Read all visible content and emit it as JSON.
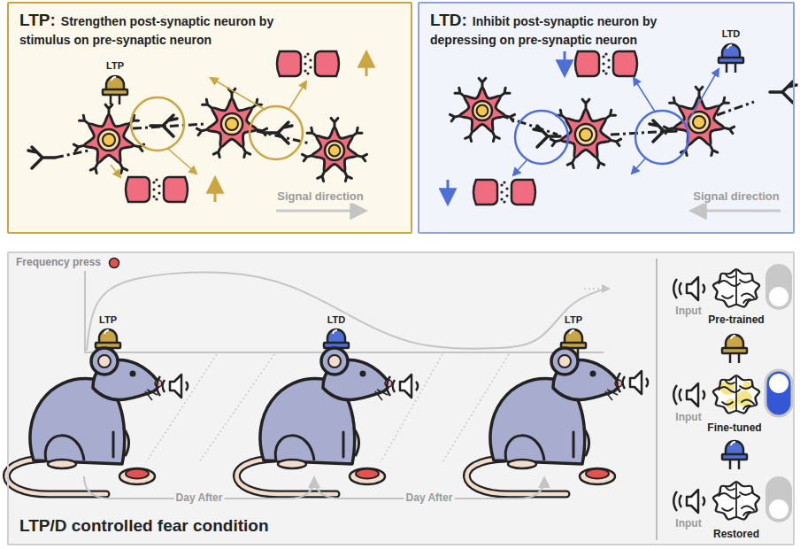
{
  "diagram": {
    "nodes": [
      {
        "text": [
          "LTP:",
          "Strengthen post-synaptic neuron by stimulus on pre-synaptic neuron"
        ]
      },
      {
        "text": [
          "LTD:",
          "Inhibit post-synaptic neuron by depressing on pre-synaptic neuron"
        ]
      },
      {
        "text": [
          "LTP/D controlled fear condition"
        ]
      }
    ],
    "labels": [
      "LTP",
      "Signal direction",
      "LTD",
      "Signal direction",
      "Frequency press",
      "LTP",
      "LTD",
      "LTP",
      "Day After",
      "Day After",
      "Input",
      "Pre-trained",
      "Input",
      "Fine-tuned",
      "Input",
      "Restored"
    ]
  }
}
